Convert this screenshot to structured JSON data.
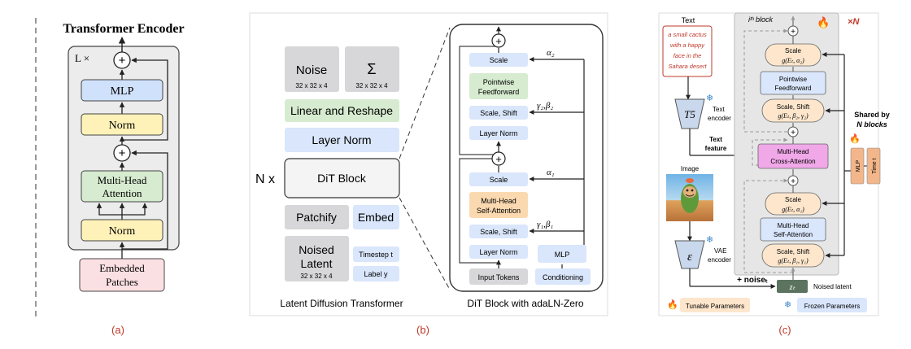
{
  "panel_a": {
    "title": "Transformer Encoder",
    "repeat": "L ×",
    "mlp": "MLP",
    "norm_top": "Norm",
    "attn_line1": "Multi-Head",
    "attn_line2": "Attention",
    "norm_bottom": "Norm",
    "embed_line1": "Embedded",
    "embed_line2": "Patches",
    "caption": "(a)"
  },
  "panel_b": {
    "noise": "Noise",
    "noise_dim": "32 x 32 x 4",
    "sigma": "Σ",
    "sigma_dim": "32 x 32 x 4",
    "linear": "Linear and Reshape",
    "layernorm": "Layer Norm",
    "nx": "N x",
    "dit": "DiT Block",
    "patchify": "Patchify",
    "embed": "Embed",
    "noised1": "Noised",
    "noised2": "Latent",
    "noised_dim": "32 x 32 x 4",
    "timestep": "Timestep t",
    "label": "Label y",
    "left_caption": "Latent Diffusion Transformer",
    "right_caption": "DiT Block with adaLN-Zero",
    "block": {
      "scale_top": "Scale",
      "pw1": "Pointwise",
      "pw2": "Feedforward",
      "scale_shift_top": "Scale, Shift",
      "ln_top": "Layer Norm",
      "scale_mid": "Scale",
      "mhsa1": "Multi-Head",
      "mhsa2": "Self-Attention",
      "scale_shift_bot": "Scale, Shift",
      "ln_bot": "Layer Norm",
      "mlp": "MLP",
      "input_tokens": "Input Tokens",
      "conditioning": "Conditioning",
      "alpha2": "α₂",
      "gb2": "γ₂,β₂",
      "alpha1": "α₁",
      "gb1": "γ₁,β₁"
    },
    "caption": "(b)"
  },
  "panel_c": {
    "text_label": "Text",
    "prompt1": "a small cactus",
    "prompt2": "with a happy",
    "prompt3": "face in the",
    "prompt4": "Sahara desert",
    "t5": "T5",
    "text_encoder1": "Text",
    "text_encoder2": "encoder",
    "text_feature1": "Text",
    "text_feature2": "feature",
    "image_label": "Image",
    "vae_symbol": "ε",
    "vae1": "VAE",
    "vae2": "encoder",
    "noise": "+ noiseₜ",
    "zt": "zₜ",
    "noised_latent": "Noised latent",
    "block_title": "iᵗʰ block",
    "times_n": "×N",
    "scale_a2_1": "Scale",
    "scale_a2_2": "g(Eₜ, α₂)",
    "pw1": "Pointwise",
    "pw2": "Feedforward",
    "ss2_1": "Scale, Shift",
    "ss2_2": "g(Eₜ, β₂, γ₂)",
    "cross1": "Multi-Head",
    "cross2": "Cross-Attention",
    "scale_a1_1": "Scale",
    "scale_a1_2": "g(Eₜ, α₁)",
    "self1": "Multi-Head",
    "self2": "Self-Attention",
    "ss1_1": "Scale, Shift",
    "ss1_2": "g(Eₜ, β₁, γ₁)",
    "shared1": "Shared by",
    "shared2": "N blocks",
    "mlp": "MLP",
    "time": "Time t",
    "tunable": "Tunable Parameters",
    "frozen": "Frozen Parameters",
    "caption": "(c)"
  },
  "colors": {
    "caption_red": "#c0392b",
    "blue_box": "#d9e6fb",
    "green_box": "#d6ebcf",
    "yellow_box": "#fff2b8",
    "pink_box": "#fbe0e3",
    "orange_box": "#fbd9b0",
    "gray_box": "#d7d7d9",
    "magenta_box": "#f0a8e8",
    "peach_box": "#fde6cc"
  }
}
